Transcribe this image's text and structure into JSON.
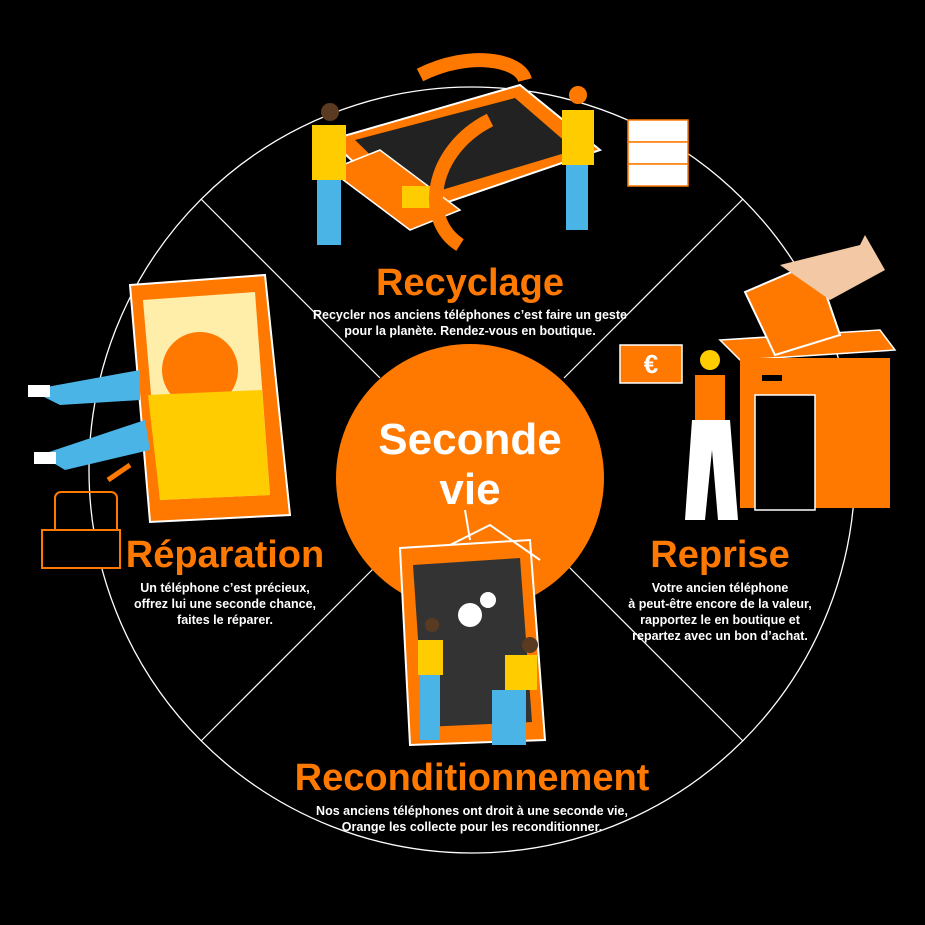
{
  "center": {
    "line1": "Seconde",
    "line2": "vie"
  },
  "sections": {
    "recyclage": {
      "title": "Recyclage",
      "line1": "Recycler nos anciens téléphones c’est  faire un geste",
      "line2": "pour la planète. Rendez-vous en boutique."
    },
    "reprise": {
      "title": "Reprise",
      "line1": "Votre ancien téléphone",
      "line2": "à peut-être encore de la valeur,",
      "line3": "rapportez le en boutique et",
      "line4": "repartez avec un bon d’achat."
    },
    "reparation": {
      "title": "Réparation",
      "line1": "Un téléphone c’est précieux,",
      "line2": "offrez lui une seconde chance,",
      "line3": "faites le réparer."
    },
    "reconditionnement": {
      "title": "Reconditionnement",
      "line1": "Nos anciens téléphones ont droit à une seconde vie,",
      "line2": "Orange les collecte pour les reconditionner."
    }
  },
  "reprise_sign": "€",
  "colors": {
    "accent": "#ff7900",
    "background": "#000000",
    "text": "#ffffff",
    "skin": "#f3c9a5",
    "blue": "#4bb4e6",
    "yellow": "#ffcc00"
  }
}
